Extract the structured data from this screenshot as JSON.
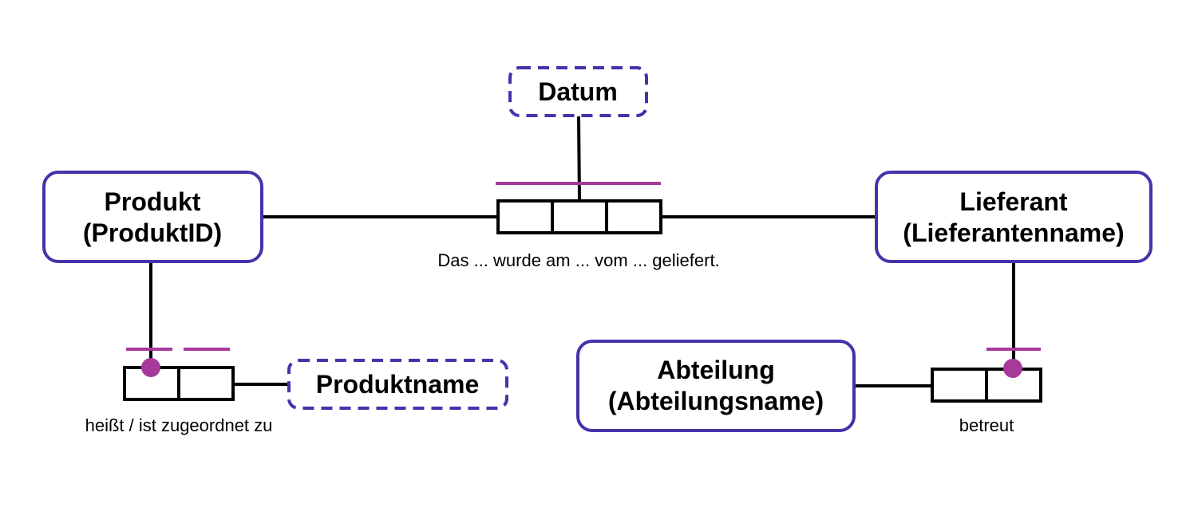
{
  "colors": {
    "entity_border": "#4433aa",
    "value_border": "#4433aa",
    "line": "#000000",
    "constraint": "#a7399b"
  },
  "entities": {
    "produkt": {
      "name": "Produkt",
      "ref": "(ProduktID)"
    },
    "lieferant": {
      "name": "Lieferant",
      "ref": "(Lieferantenname)"
    },
    "abteilung": {
      "name": "Abteilung",
      "ref": "(Abteilungsname)"
    }
  },
  "value_types": {
    "datum": "Datum",
    "produktname": "Produktname"
  },
  "fact_types": {
    "lieferung": {
      "reading": "Das ... wurde am ... vom ... geliefert.",
      "roles": 3
    },
    "heisst": {
      "reading": "heißt / ist zugeordnet zu",
      "roles": 2
    },
    "betreut": {
      "reading": "betreut",
      "roles": 2
    }
  }
}
